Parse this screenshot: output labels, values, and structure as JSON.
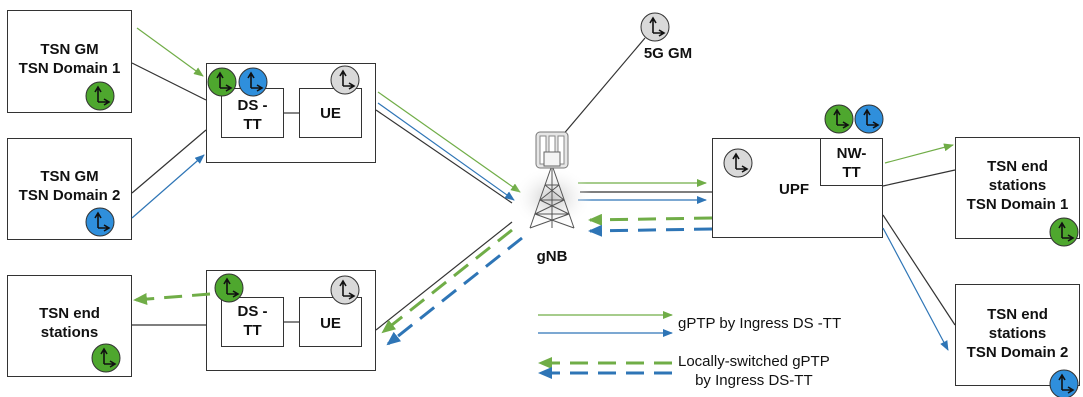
{
  "nodes": {
    "tsn_gm1": {
      "line1": "TSN GM",
      "line2": "TSN Domain 1"
    },
    "tsn_gm2": {
      "line1": "TSN GM",
      "line2": "TSN Domain 2"
    },
    "tsn_end_left": {
      "line1": "TSN end",
      "line2": "stations"
    },
    "ue_top": {
      "dstt_line1": "DS -",
      "dstt_line2": "TT",
      "ue": "UE"
    },
    "ue_bottom": {
      "dstt_line1": "DS -",
      "dstt_line2": "TT",
      "ue": "UE"
    },
    "gnb": "gNB",
    "gm_5g": "5G GM",
    "upf": {
      "label": "UPF",
      "nwtt_line1": "NW-",
      "nwtt_line2": "TT"
    },
    "tsn_end_d1": {
      "line1": "TSN end",
      "line2": "stations",
      "line3": "TSN Domain 1"
    },
    "tsn_end_d2": {
      "line1": "TSN end",
      "line2": "stations",
      "line3": "TSN Domain 2"
    }
  },
  "legend": {
    "gptp_ingress": "gPTP by Ingress DS -TT",
    "locally_switched_line1": "Locally-switched gPTP",
    "locally_switched_line2": "by Ingress DS-TT"
  },
  "colors": {
    "green": "#70ad47",
    "blue": "#2e75b6",
    "clock_green": "#4ea72e",
    "clock_blue": "#2f8fdc",
    "clock_gray": "#d9d9d9"
  }
}
